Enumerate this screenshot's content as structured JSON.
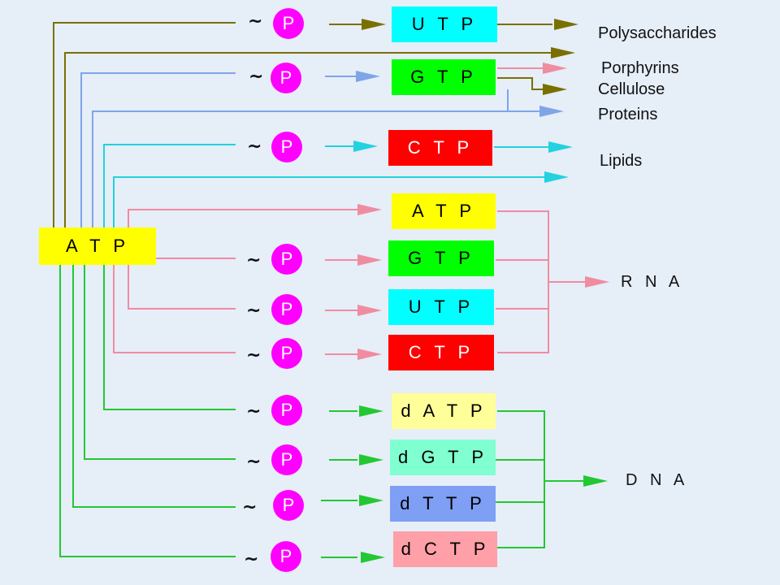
{
  "colors": {
    "olive": "#7a7000",
    "blue": "#7fa5e8",
    "cyan": "#22d2de",
    "pink": "#f08ca0",
    "green": "#22c832",
    "magenta": "#ff00ff",
    "atp_yellow": "#ffff00"
  },
  "source": {
    "label": "A T P",
    "color": "#ffff00"
  },
  "phosphate": {
    "symbol": "P",
    "tilde": "~"
  },
  "nucleotides": {
    "utp1": {
      "label": "U T P",
      "color": "#00ffff"
    },
    "gtp1": {
      "label": "G T P",
      "color": "#00ff00"
    },
    "ctp1": {
      "label": "C T P",
      "color": "#ff0000"
    },
    "atp2": {
      "label": "A T P",
      "color": "#ffff00"
    },
    "gtp2": {
      "label": "G T P",
      "color": "#00ff00"
    },
    "utp2": {
      "label": "U T P",
      "color": "#00ffff"
    },
    "ctp2": {
      "label": "C T P",
      "color": "#ff0000"
    },
    "datp": {
      "label": "d A T P",
      "color": "#ffff99"
    },
    "dgtp": {
      "label": "d G T P",
      "color": "#80ffd0"
    },
    "dttp": {
      "label": "d T T P",
      "color": "#7f9ff5"
    },
    "dctp": {
      "label": "d C T P",
      "color": "#ff9fa8"
    }
  },
  "products": {
    "polysaccharides": "Polysaccharides",
    "porphyrins": "Porphyrins",
    "cellulose": "Cellulose",
    "proteins": "Proteins",
    "lipids": "Lipids",
    "rna": "R N A",
    "dna": "D N A"
  }
}
